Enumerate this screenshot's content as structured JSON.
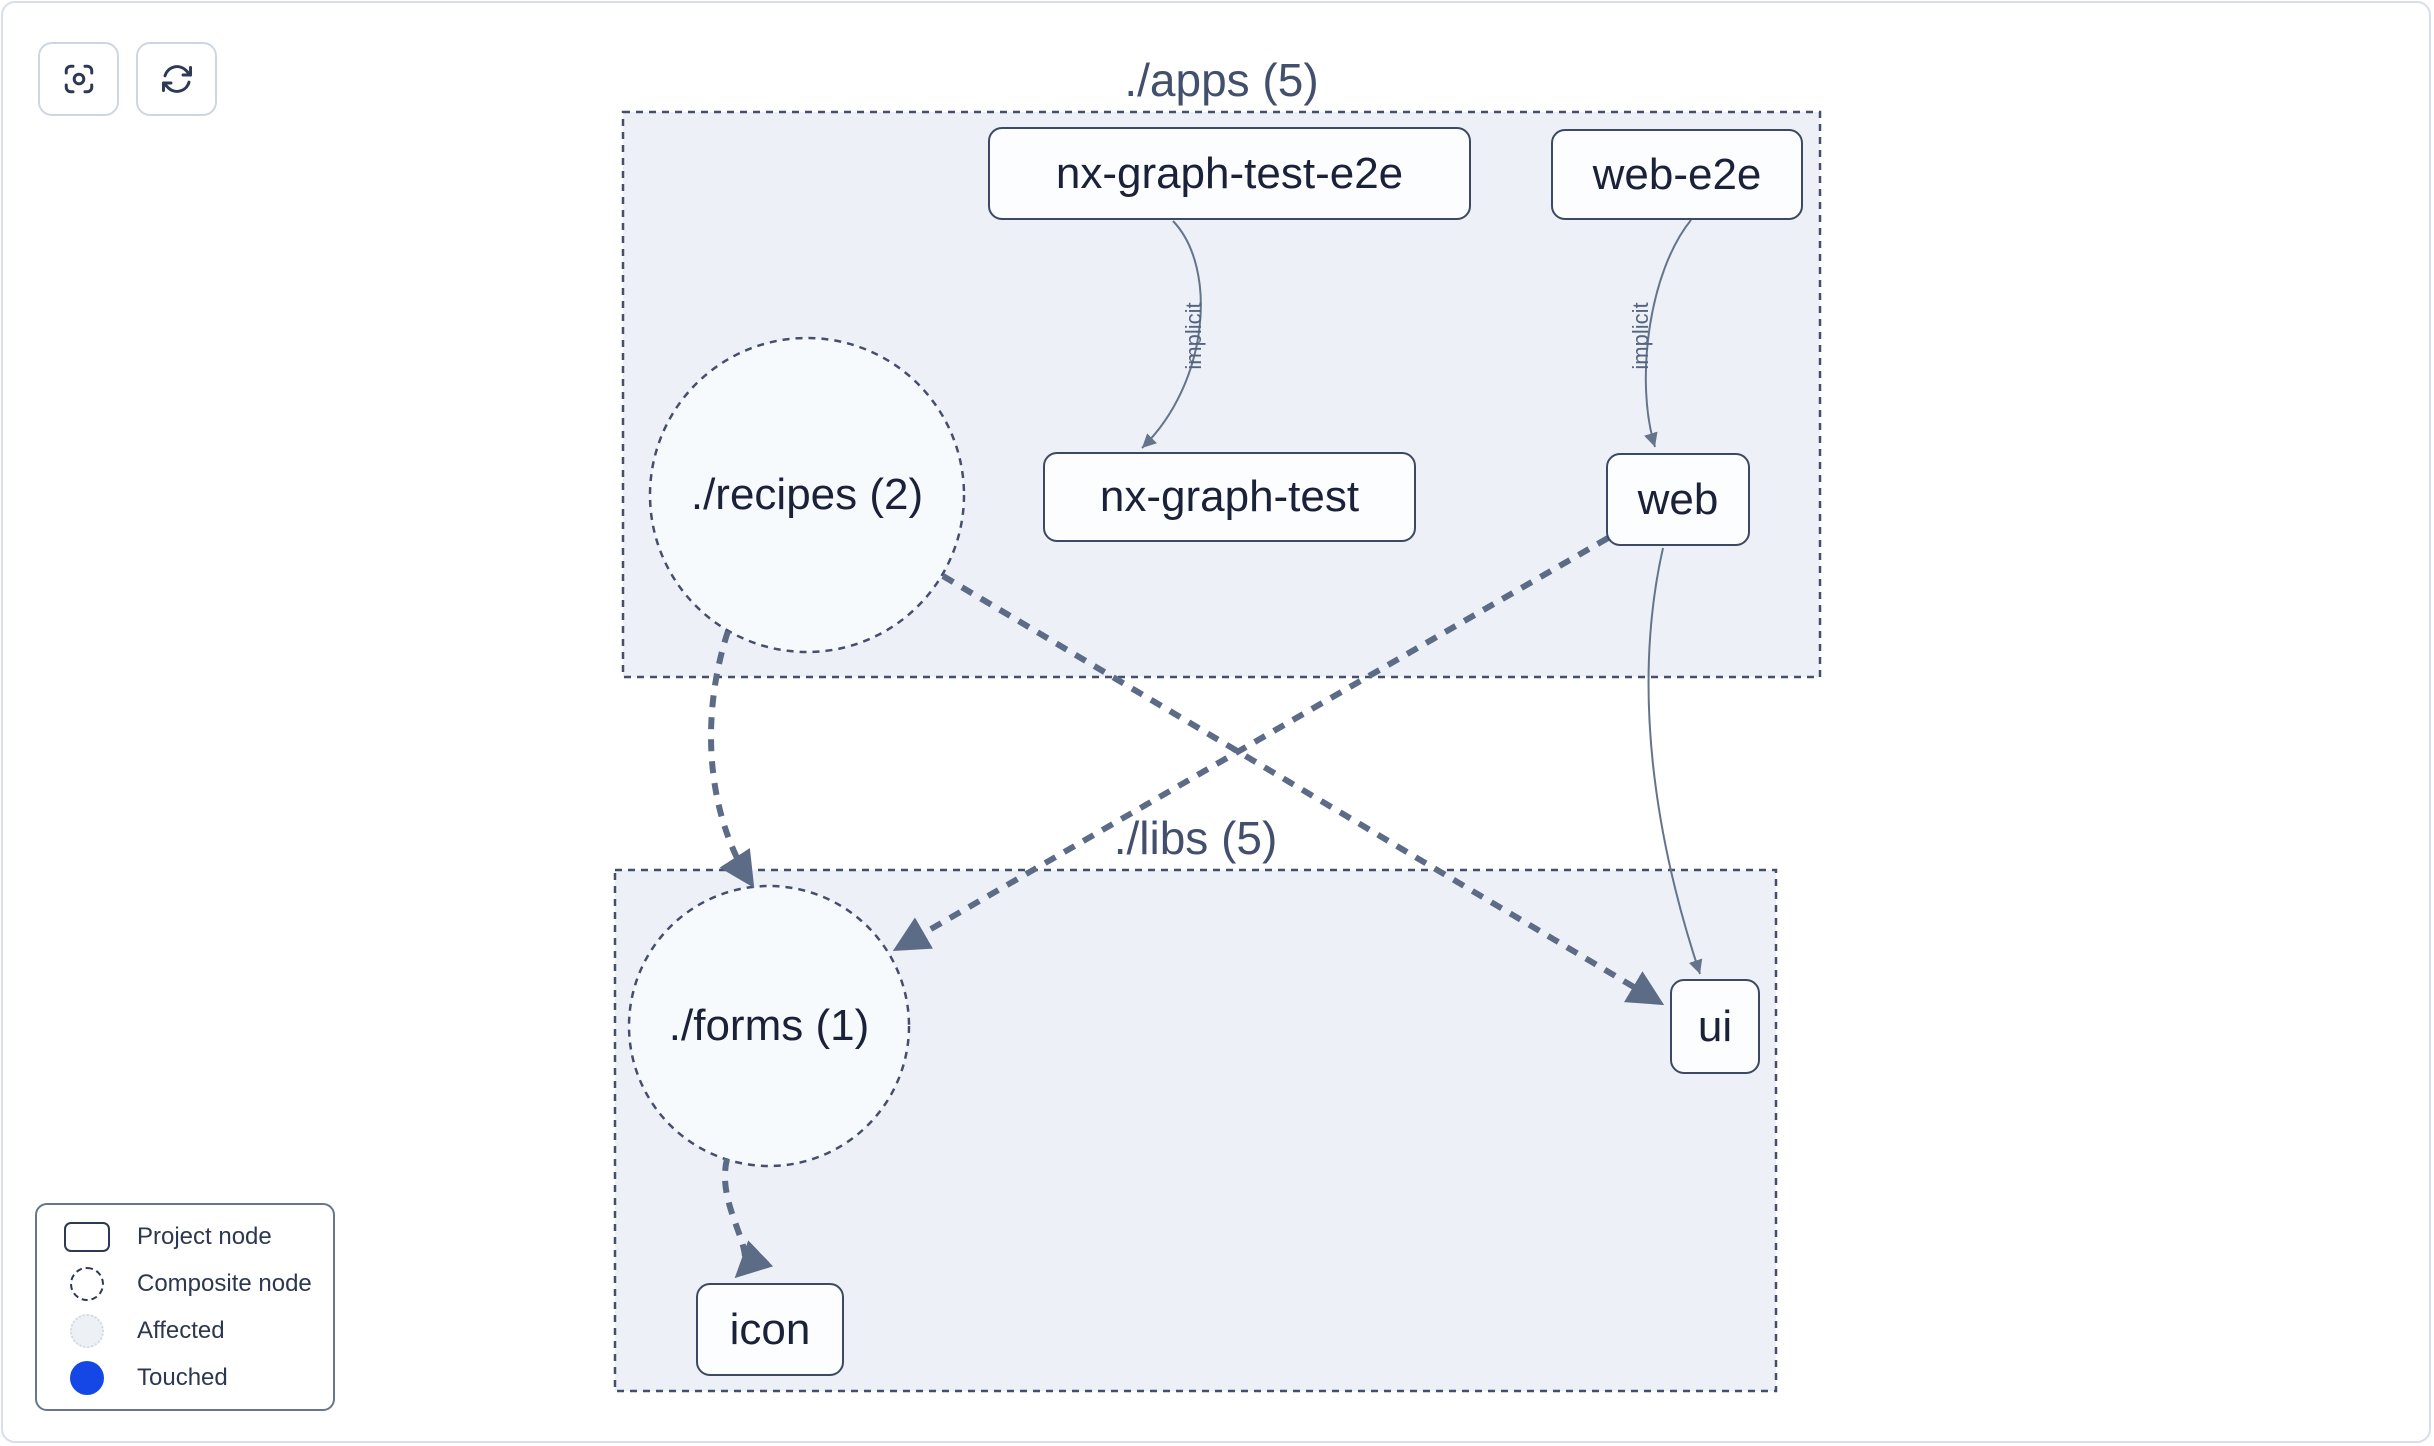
{
  "toolbar": {
    "buttons": [
      {
        "icon": "focus-icon"
      },
      {
        "icon": "refresh-icon"
      }
    ]
  },
  "graph": {
    "clusters": [
      {
        "label": "./apps (5)"
      },
      {
        "label": "./libs (5)"
      }
    ],
    "composite_nodes": [
      {
        "label": "./recipes (2)"
      },
      {
        "label": "./forms (1)"
      }
    ],
    "project_nodes": [
      {
        "label": "nx-graph-test-e2e"
      },
      {
        "label": "web-e2e"
      },
      {
        "label": "nx-graph-test"
      },
      {
        "label": "web"
      },
      {
        "label": "ui"
      },
      {
        "label": "icon"
      }
    ],
    "edge_labels": [
      {
        "label": "implicit"
      },
      {
        "label": "implicit"
      }
    ]
  },
  "legend": {
    "items": [
      {
        "label": "Project node"
      },
      {
        "label": "Composite node"
      },
      {
        "label": "Affected"
      },
      {
        "label": "Touched"
      }
    ]
  },
  "colors": {
    "touched_blue": "#1447e6",
    "edge": "#5c6b86",
    "cluster_fill": "#edf1f7",
    "dashed_border": "#454f6b",
    "node_border": "#3d4963",
    "canvas_border": "#d9dde9"
  }
}
